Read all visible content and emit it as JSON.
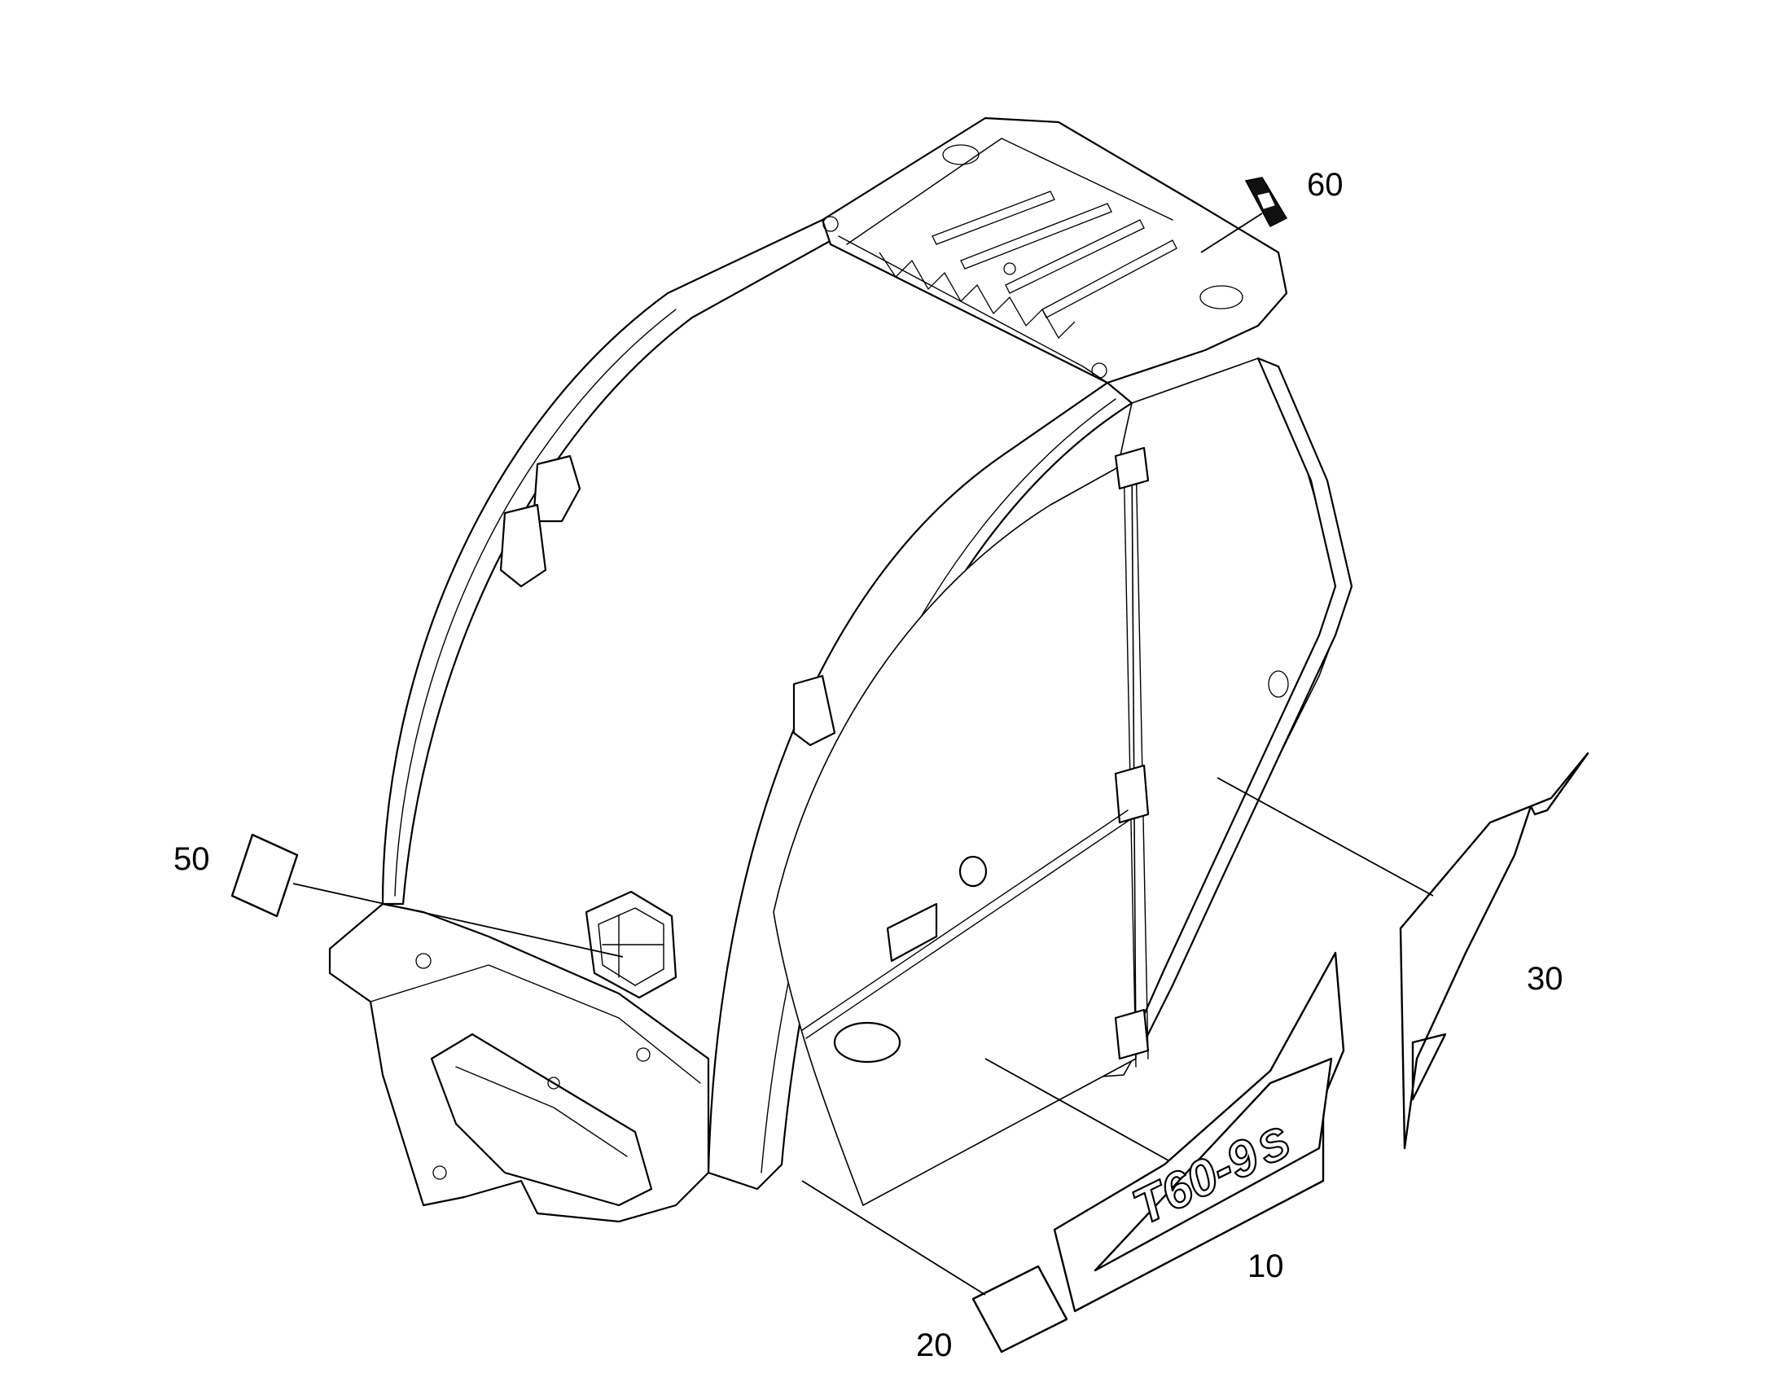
{
  "callouts": {
    "c10": "10",
    "c20": "20",
    "c30": "30",
    "c50": "50",
    "c60": "60"
  },
  "decal_text": {
    "model": "T60-9",
    "suffix": "S"
  },
  "colors": {
    "line": "#000000",
    "background": "#ffffff"
  }
}
